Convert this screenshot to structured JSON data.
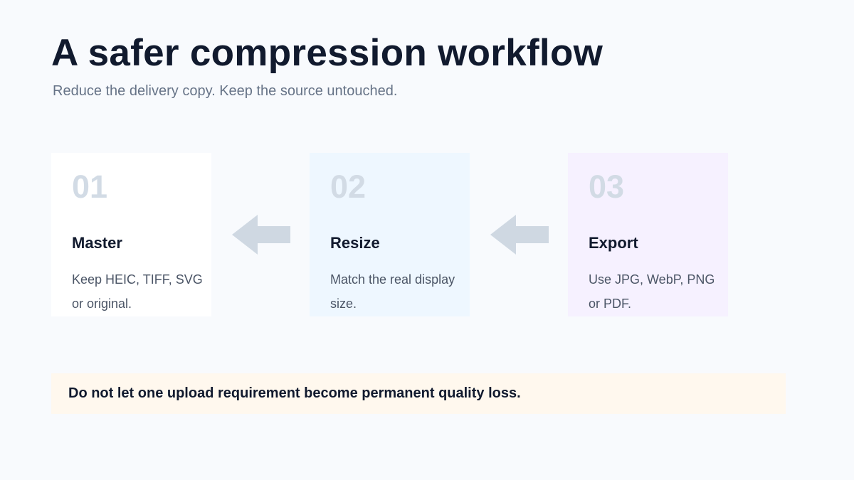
{
  "title": "A safer compression workflow",
  "subtitle": "Reduce the delivery copy. Keep the source untouched.",
  "colors": {
    "page_background": "#f8fafd",
    "step_number": "#d2dbe5",
    "arrow": "#cfd8e2",
    "note_background": "#fff8ee"
  },
  "steps": [
    {
      "number": "01",
      "title": "Master",
      "description": "Keep HEIC, TIFF, SVG or original.",
      "background": "#ffffff"
    },
    {
      "number": "02",
      "title": "Resize",
      "description": "Match the real display size.",
      "background": "#eef7ff"
    },
    {
      "number": "03",
      "title": "Export",
      "description": "Use JPG, WebP, PNG or PDF.",
      "background": "#f6f1ff"
    }
  ],
  "connectors": [
    {
      "from": "02",
      "to": "01",
      "icon": "arrow-left-icon"
    },
    {
      "from": "03",
      "to": "02",
      "icon": "arrow-left-icon"
    }
  ],
  "note": "Do not let one upload requirement become permanent quality loss."
}
